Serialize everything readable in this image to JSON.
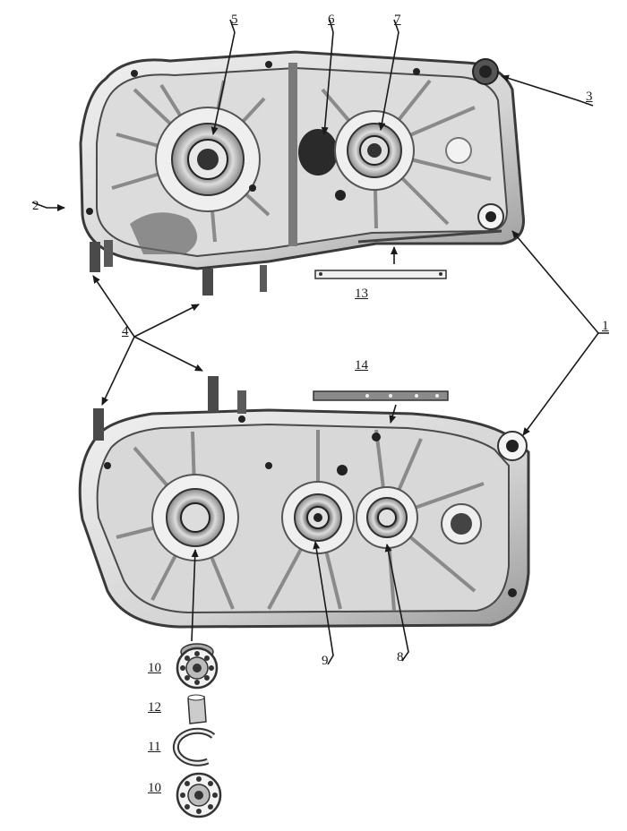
{
  "labels": {
    "l1": "1",
    "l2": "2",
    "l3": "3",
    "l4": "4",
    "l5": "5",
    "l6": "6",
    "l7": "7",
    "l8": "8",
    "l9": "9",
    "l10a": "10",
    "l10b": "10",
    "l11": "11",
    "l12": "12",
    "l13": "13",
    "l14": "14"
  },
  "colors": {
    "ink": "#1a1a1a",
    "casting_light": "#e6e6e6",
    "casting_mid": "#b8b8b8",
    "casting_dark": "#6a6a6a",
    "shadow": "#3a3a3a"
  }
}
